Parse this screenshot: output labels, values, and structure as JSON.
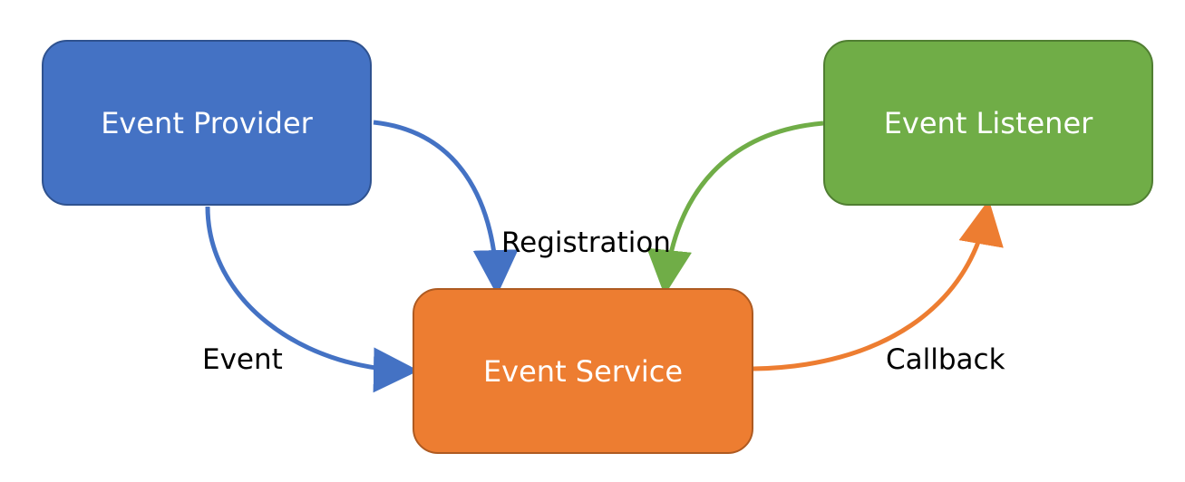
{
  "nodes": {
    "provider": {
      "label": "Event Provider",
      "color": "#4472c4"
    },
    "listener": {
      "label": "Event Listener",
      "color": "#70ad47"
    },
    "service": {
      "label": "Event Service",
      "color": "#ed7d31"
    }
  },
  "edges": {
    "event": {
      "label": "Event",
      "from": "Event Provider",
      "to": "Event Service",
      "color": "#4472c4"
    },
    "registration": {
      "label": "Registration",
      "from": "Event Provider",
      "to": "Event Service",
      "color": "#4472c4"
    },
    "listener_registration": {
      "from": "Event Listener",
      "to": "Event Service",
      "color": "#70ad47"
    },
    "callback": {
      "label": "Callback",
      "from": "Event Service",
      "to": "Event Listener",
      "color": "#ed7d31"
    }
  }
}
